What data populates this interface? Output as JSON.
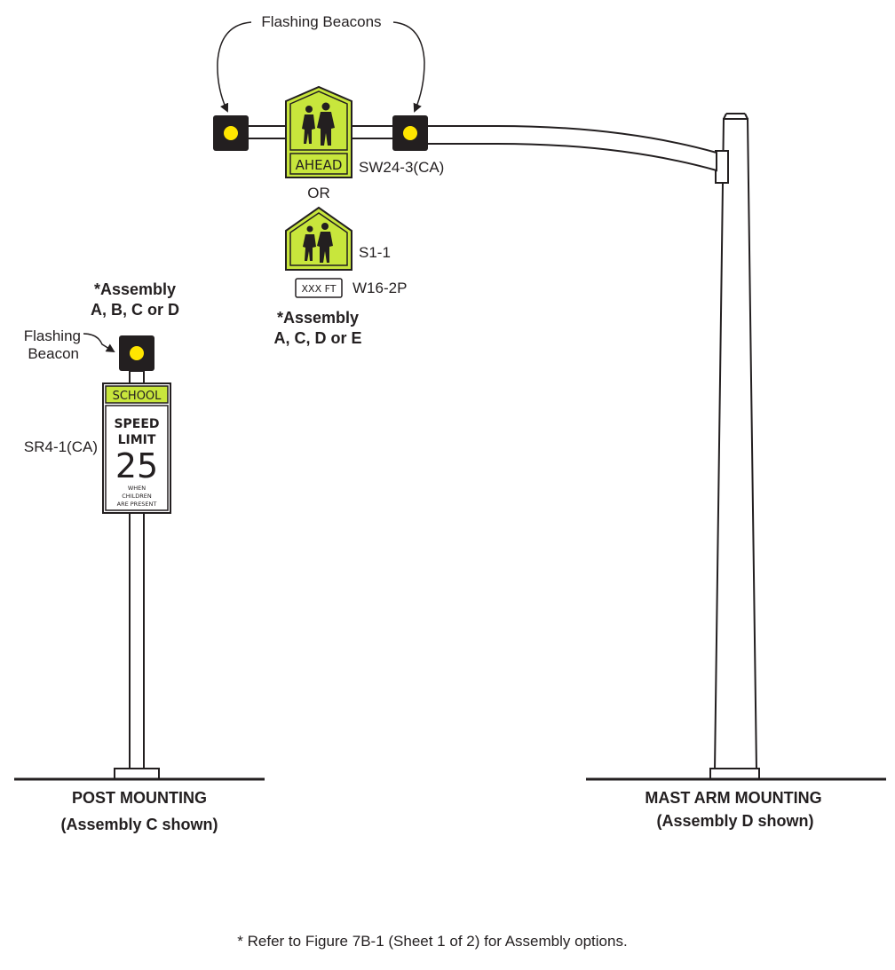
{
  "labels": {
    "flashing_beacons_top": "Flashing Beacons",
    "sw24_code": "SW24-3(CA)",
    "or": "OR",
    "s1_code": "S1-1",
    "w16_code": "W16-2P",
    "w16_plaque_text": "XXX FT",
    "assembly_mast_line1": "*Assembly",
    "assembly_mast_line2": "A, C, D or E",
    "assembly_post_line1": "*Assembly",
    "assembly_post_line2": "A, B, C or D",
    "flashing_beacon_post_line1": "Flashing",
    "flashing_beacon_post_line2": "Beacon",
    "sr4_code": "SR4-1(CA)",
    "ahead_text": "AHEAD",
    "school_text": "SCHOOL",
    "speed_text": "SPEED",
    "limit_text": "LIMIT",
    "speed_value": "25",
    "when_text": "WHEN",
    "children_text": "CHILDREN",
    "are_present_text": "ARE PRESENT",
    "post_mounting_title": "POST MOUNTING",
    "post_mounting_sub": "(Assembly C shown)",
    "mast_mounting_title": "MAST ARM MOUNTING",
    "mast_mounting_sub": "(Assembly D shown)",
    "footnote": "* Refer to Figure 7B-1 (Sheet 1 of 2) for Assembly options."
  },
  "colors": {
    "sign_yellow_green": "#c8e63c",
    "beacon_yellow": "#ffe600",
    "beacon_housing": "#231f20",
    "line": "#231f20"
  }
}
